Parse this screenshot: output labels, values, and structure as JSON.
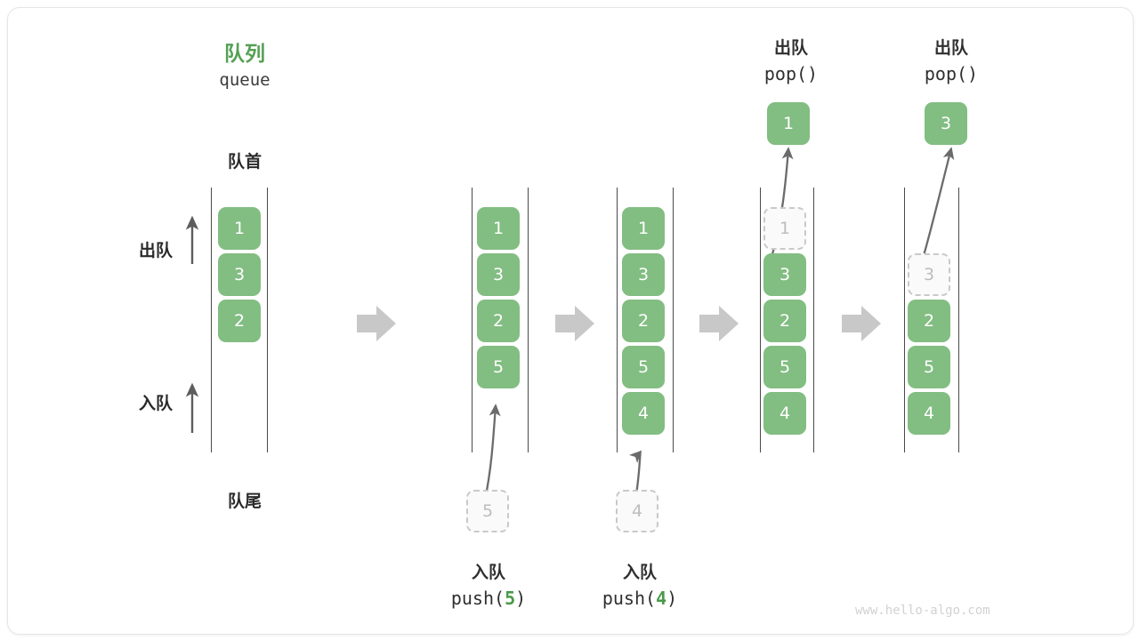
{
  "diagram": {
    "title_cn": "队列",
    "title_en": "queue",
    "front_label": "队首",
    "rear_label": "队尾",
    "dequeue_side_label": "出队",
    "enqueue_side_label": "入队",
    "watermark": "www.hello-algo.com",
    "colors": {
      "accent_green": "#82bd82",
      "title_green": "#55a055",
      "ghost_gray": "#c9c9c9",
      "arrow_gray": "#c8c8c8",
      "rail_dark": "#4a4a4a"
    }
  },
  "chart_data": {
    "type": "diagram",
    "title": "队列 queue",
    "steps": [
      {
        "id": "initial",
        "cells": [
          "1",
          "3",
          "2"
        ],
        "ghost_index": -1,
        "ghost_value": "",
        "popped_value": "",
        "op_cn": "",
        "op_code": "",
        "op_code_arg": ""
      },
      {
        "id": "push-5",
        "cells": [
          "1",
          "3",
          "2",
          "5"
        ],
        "ghost_index": -1,
        "ghost_value": "5",
        "popped_value": "",
        "op_cn": "入队",
        "op_code_prefix": "push(",
        "op_code_arg": "5",
        "op_code_suffix": ")"
      },
      {
        "id": "push-4",
        "cells": [
          "1",
          "3",
          "2",
          "5",
          "4"
        ],
        "ghost_index": -1,
        "ghost_value": "4",
        "popped_value": "",
        "op_cn": "入队",
        "op_code_prefix": "push(",
        "op_code_arg": "4",
        "op_code_suffix": ")"
      },
      {
        "id": "pop-1",
        "cells": [
          "1",
          "3",
          "2",
          "5",
          "4"
        ],
        "ghost_index": 0,
        "ghost_value": "1",
        "popped_value": "1",
        "op_cn": "出队",
        "op_code_prefix": "pop(",
        "op_code_arg": "",
        "op_code_suffix": ")"
      },
      {
        "id": "pop-3",
        "cells": [
          "3",
          "2",
          "5",
          "4"
        ],
        "ghost_index": 0,
        "ghost_value": "3",
        "popped_value": "3",
        "op_cn": "出队",
        "op_code_prefix": "pop(",
        "op_code_arg": "",
        "op_code_suffix": ")"
      }
    ],
    "separator_arrow_count": 4
  },
  "labels": {
    "col1_cells": [
      "1",
      "3",
      "2"
    ],
    "col2_cells": [
      "1",
      "3",
      "2",
      "5"
    ],
    "col3_cells": [
      "1",
      "3",
      "2",
      "5",
      "4"
    ],
    "col4_cells": [
      "3",
      "2",
      "5",
      "4"
    ],
    "col4_ghost": "1",
    "col4_pop": "1",
    "col5_cells": [
      "2",
      "5",
      "4"
    ],
    "col5_ghost": "3",
    "col5_pop": "3",
    "push5_cn": "入队",
    "push5_code_a": "push(",
    "push5_code_v": "5",
    "push5_code_b": ")",
    "push5_ghost": "5",
    "push4_cn": "入队",
    "push4_code_a": "push(",
    "push4_code_v": "4",
    "push4_code_b": ")",
    "push4_ghost": "4",
    "pop1_cn": "出队",
    "pop1_code": "pop()",
    "pop2_cn": "出队",
    "pop2_code": "pop()"
  }
}
